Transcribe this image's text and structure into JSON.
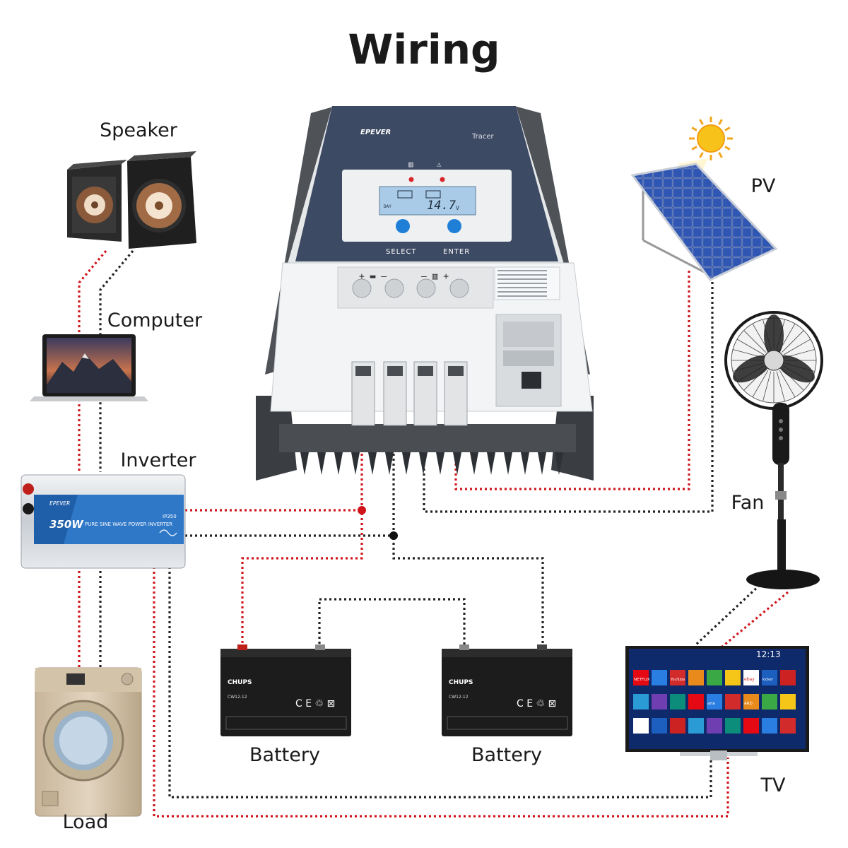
{
  "title": "Wiring",
  "labels": {
    "speaker": "Speaker",
    "computer": "Computer",
    "inverter": "Inverter",
    "load": "Load",
    "battery_1": "Battery",
    "battery_2": "Battery",
    "pv": "PV",
    "fan": "Fan",
    "tv": "TV"
  },
  "controller": {
    "brand": "EPEVER",
    "model": "Tracer",
    "lcd_value": "14.7",
    "lcd_unit": "V",
    "select_label": "SELECT",
    "enter_label": "ENTER"
  },
  "inverter_device": {
    "power": "350W",
    "description": "PURE SINE WAVE POWER INVERTER",
    "model": "IP350"
  },
  "battery_device": {
    "brand": "CHUPS",
    "model": "CW12-12"
  },
  "tv_device": {
    "clock": "12:13",
    "apps": [
      "NETFLIX",
      "YouTube",
      "ebay",
      "kicker",
      "arte",
      "ARD"
    ]
  },
  "colors": {
    "positive_wire": "#d0141a",
    "negative_wire": "#222222",
    "controller_face": "#3d4a63"
  }
}
